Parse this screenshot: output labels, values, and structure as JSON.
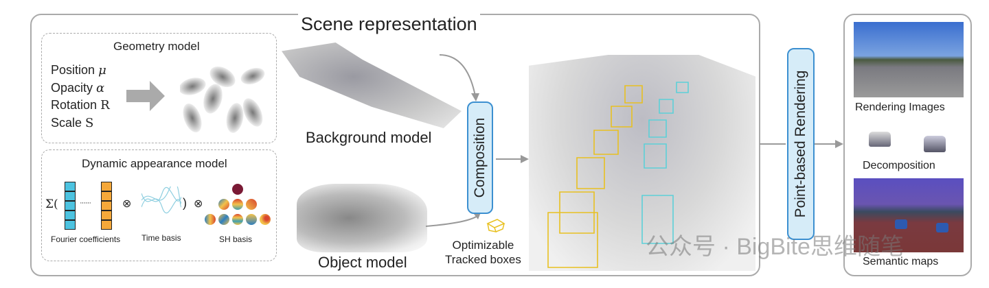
{
  "scene": {
    "title": "Scene representation",
    "geometry": {
      "title": "Geometry model",
      "attributes": [
        {
          "label": "Position",
          "symbol": "μ"
        },
        {
          "label": "Opacity",
          "symbol": "α"
        },
        {
          "label": "Rotation",
          "symbol": "R"
        },
        {
          "label": "Scale",
          "symbol": "S"
        }
      ]
    },
    "appearance": {
      "title": "Dynamic appearance model",
      "sigma": "Σ(",
      "dots": "······",
      "otimes": "⊗",
      "close_paren": ")",
      "labels": {
        "fourier": "Fourier coefficients",
        "time": "Time basis",
        "sh": "SH basis"
      },
      "colors": {
        "fourier_first": "#4dc3e0",
        "fourier_last": "#f5a83a",
        "sh_top": "#7a1a35"
      }
    },
    "background_label": "Background model",
    "object_label": "Object model",
    "composition_label": "Composition",
    "tracked_boxes_label": [
      "Optimizable",
      "Tracked boxes"
    ]
  },
  "rendering_label": "Point-based Rendering",
  "outputs": {
    "rendering": "Rendering Images",
    "decomposition": "Decomposition",
    "semantic": "Semantic maps"
  },
  "watermark": "公众号 · BigBite思维随笔",
  "colors": {
    "accent_border": "#3b8fd0",
    "accent_fill": "#d6ecf8",
    "track_yellow": "#e8c020",
    "track_cyan": "#5cd0d8"
  }
}
